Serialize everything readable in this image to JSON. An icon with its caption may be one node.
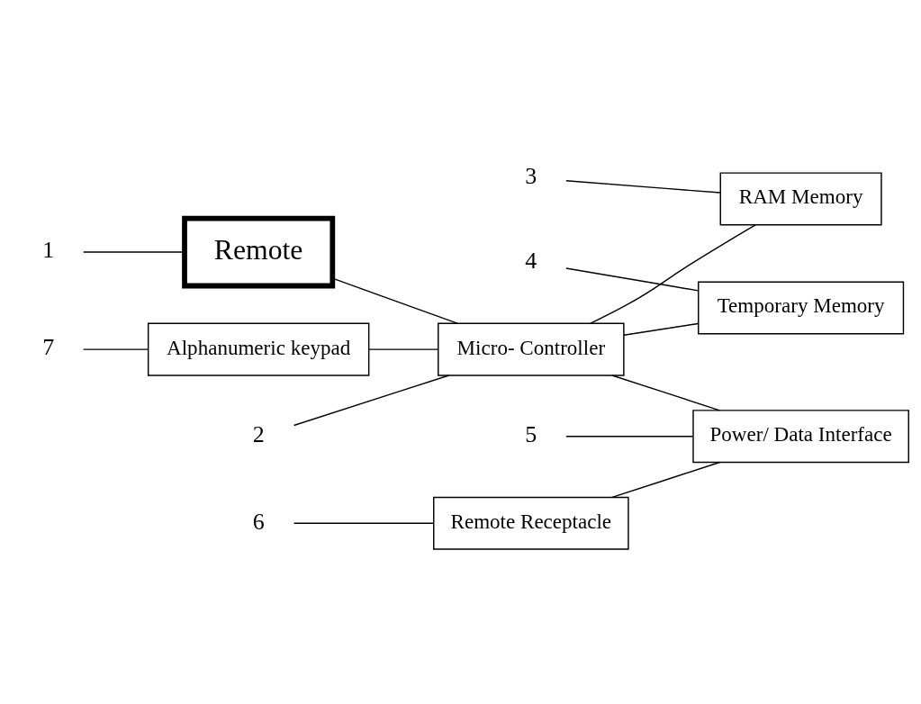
{
  "diagram": {
    "nodes": [
      {
        "text": [
          "Remote"
        ]
      },
      {
        "text": [
          "Micro- Controller"
        ]
      },
      {
        "text": [
          "RAM Memory"
        ]
      },
      {
        "text": [
          "Alphanumeric keypad"
        ]
      },
      {
        "text": [
          "Temporary Memory"
        ]
      },
      {
        "text": [
          "Power/ Data Interface"
        ]
      },
      {
        "text": [
          "Remote Receptacle"
        ]
      },
      {
        "text": [
          "1"
        ]
      },
      {
        "text": [
          "2"
        ]
      },
      {
        "text": [
          "3"
        ]
      },
      {
        "text": [
          "4"
        ]
      },
      {
        "text": [
          "5"
        ]
      },
      {
        "text": [
          "6"
        ]
      },
      {
        "text": [
          "7"
        ]
      }
    ],
    "edges": [
      {
        "from": 0,
        "to": 1,
        "arrow": "none"
      },
      {
        "from": 1,
        "to": 2,
        "arrow": "none"
      },
      {
        "from": 3,
        "to": 1,
        "arrow": "none"
      },
      {
        "from": 1,
        "to": 4,
        "arrow": "none"
      },
      {
        "from": 1,
        "to": 5,
        "arrow": "none"
      },
      {
        "from": 6,
        "to": 5,
        "arrow": "none"
      },
      {
        "from": 7,
        "to": 0,
        "arrow": "none"
      },
      {
        "from": 8,
        "to": 1,
        "arrow": "none"
      },
      {
        "from": 9,
        "to": 2,
        "arrow": "none"
      },
      {
        "from": 10,
        "to": 4,
        "arrow": "none"
      },
      {
        "from": 11,
        "to": 5,
        "arrow": "none"
      },
      {
        "from": 12,
        "to": 6,
        "arrow": "none"
      },
      {
        "from": 13,
        "to": 3,
        "arrow": "none"
      }
    ]
  }
}
